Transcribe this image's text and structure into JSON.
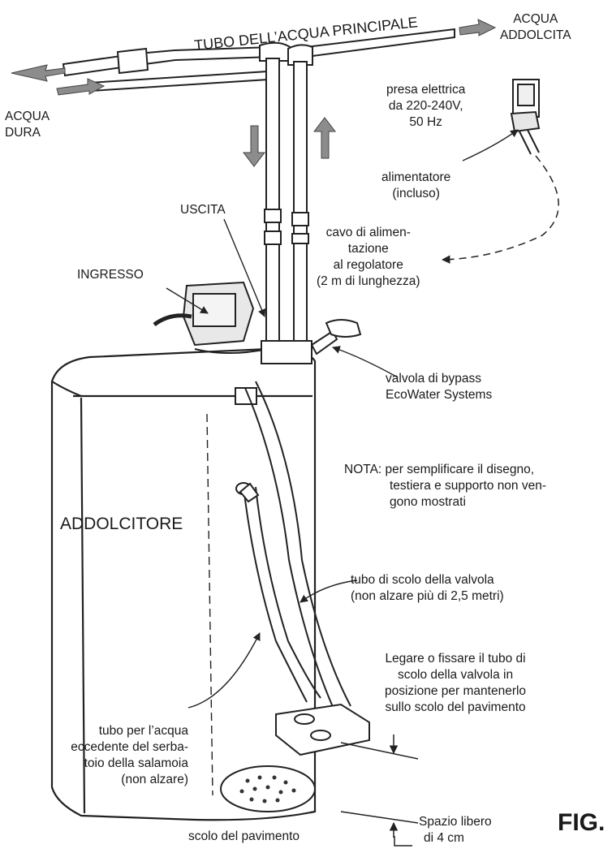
{
  "labels": {
    "main_pipe": "TUBO DELL’ACQUA PRINCIPALE",
    "soft_water": [
      "ACQUA",
      "ADDOLCITA"
    ],
    "hard_water": [
      "ACQUA",
      "DURA"
    ],
    "outlet": "USCITA",
    "inlet": "INGRESSO",
    "outlet_power": [
      "presa elettrica",
      "da 220-240V,",
      "50 Hz"
    ],
    "adapter": [
      "alimentatore",
      "(incluso)"
    ],
    "power_cord": [
      "cavo di alimen-",
      "tazione",
      "al regolatore",
      "(2 m di lunghezza)"
    ],
    "bypass_valve": [
      "valvola di bypass",
      "EcoWater Systems"
    ],
    "note": [
      "NOTA: per semplificare il disegno,",
      "testiera e supporto non ven-",
      "gono mostrati"
    ],
    "softener": "ADDOLCITORE",
    "valve_drain": [
      "tubo di scolo della valvola",
      "(non alzare più di 2,5 metri)"
    ],
    "tie_note": [
      "Legare o fissare il tubo di",
      "scolo della valvola in",
      "posizione per mantenerlo",
      "sullo scolo del pavimento"
    ],
    "overflow": [
      "tubo per l’acqua",
      "eccedente del serba-",
      "toio della salamoia",
      "(non alzare)"
    ],
    "air_gap": [
      "Spazio libero",
      "di 4 cm"
    ],
    "floor_drain": "scolo del pavimento",
    "fig": "FIG."
  }
}
